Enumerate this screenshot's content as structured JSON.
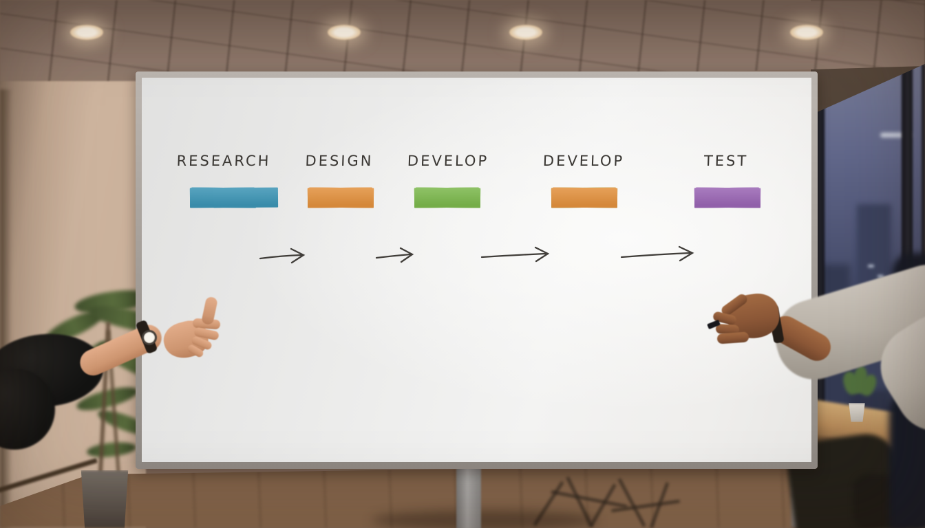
{
  "whiteboard": {
    "columns": [
      {
        "id": "research",
        "label": "RESEARCH",
        "notes": [
          "blue",
          "blue",
          "blue",
          "blue",
          "blue"
        ]
      },
      {
        "id": "design",
        "label": "DESIGN",
        "notes": [
          "orange",
          "orange",
          "orange",
          "orange",
          "orange"
        ]
      },
      {
        "id": "develop-1",
        "label": "DEVELOP",
        "notes": [
          "green",
          "green",
          "green",
          "green",
          "green"
        ]
      },
      {
        "id": "develop-2",
        "label": "DEVELOP",
        "notes": [
          "green",
          "green",
          "green",
          "orange",
          "orange"
        ]
      },
      {
        "id": "test",
        "label": "TEST",
        "notes": [
          "purple",
          "purple",
          "purple",
          "purple",
          "purple"
        ]
      }
    ],
    "arrows": [
      {
        "from": "RESEARCH",
        "to": "DESIGN"
      },
      {
        "from": "DESIGN",
        "to": "DEVELOP"
      },
      {
        "from": "DEVELOP",
        "to": "DEVELOP"
      },
      {
        "from": "DEVELOP",
        "to": "TEST"
      }
    ]
  },
  "palette": {
    "blue": "#3d95b5",
    "orange": "#e2913e",
    "green": "#7cb84d",
    "purple": "#9a66b4",
    "marker_text": "#3a3733",
    "board_surface": "#efefee",
    "board_frame": "#a49e98"
  }
}
